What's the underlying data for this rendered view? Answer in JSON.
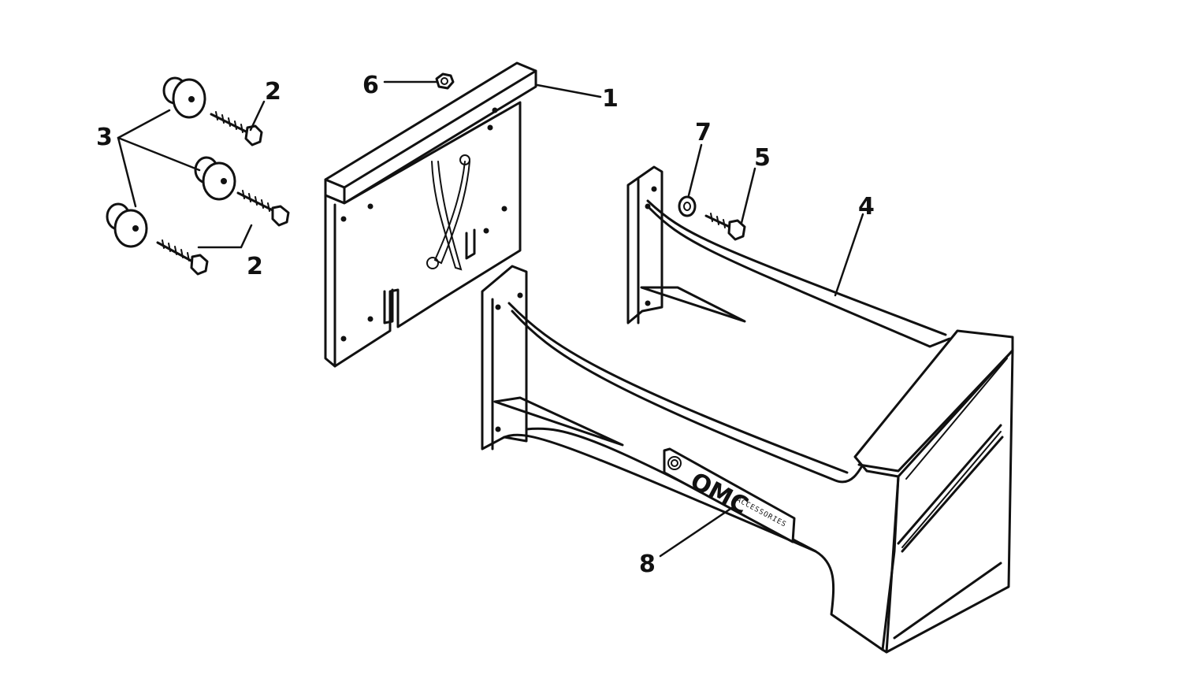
{
  "callouts": {
    "c1": "1",
    "c2a": "2",
    "c2b": "2",
    "c3": "3",
    "c4": "4",
    "c5": "5",
    "c6": "6",
    "c7": "7",
    "c8": "8"
  },
  "logo": {
    "brand": "OMC",
    "sub": "ACCESSORIES"
  }
}
